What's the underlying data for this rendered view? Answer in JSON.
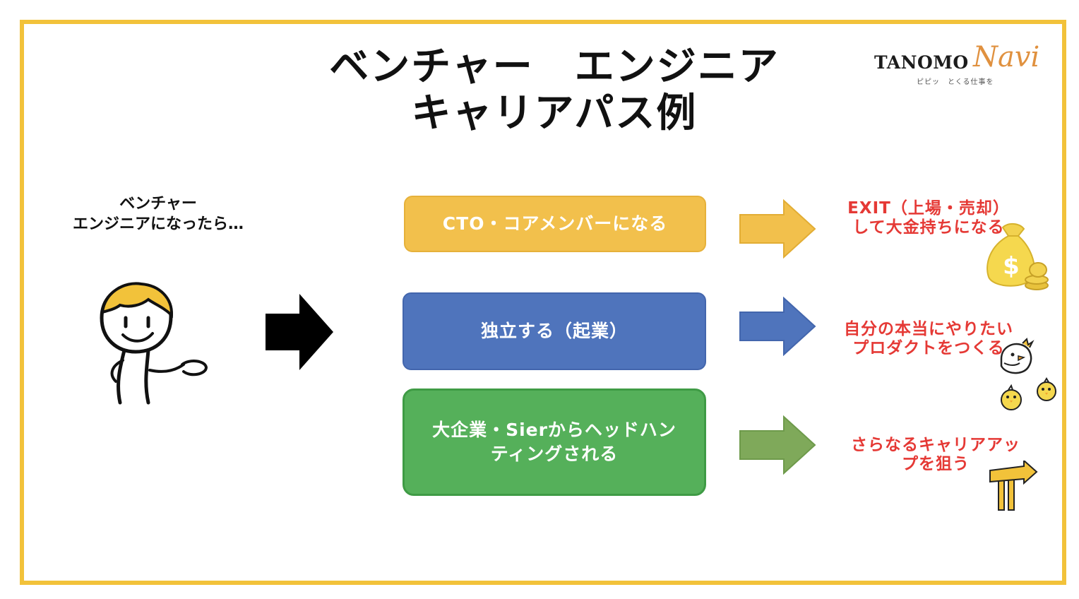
{
  "title": {
    "line1": "ベンチャー　エンジニア",
    "line2": "キャリアパス例"
  },
  "logo": {
    "main": "TANOMO",
    "script": "Navi",
    "tagline": "ピピッ　とくる仕事を"
  },
  "lead": {
    "line1": "ベンチャー",
    "line2": "エンジニアになったら…"
  },
  "paths": [
    {
      "box_lines": [
        "CTO・コアメンバーになる"
      ],
      "box_color": "#f2c04c",
      "outcome_lines": [
        "EXIT（上場・売却）",
        "して大金持ちになる"
      ],
      "icon": "money-bag-icon"
    },
    {
      "box_lines": [
        "独立する（起業）"
      ],
      "box_color": "#4f74bc",
      "outcome_lines": [
        "自分の本当にやりたい",
        "プロダクトをつくる"
      ],
      "icon": "chick-icon"
    },
    {
      "box_lines": [
        "大企業・Sierからヘッドハン",
        "ティングされる"
      ],
      "box_color": "#55b05a",
      "outcome_lines": [
        "さらなるキャリアアッ",
        "プを狙う"
      ],
      "icon": "signpost-icon"
    }
  ],
  "colors": {
    "frame": "#f2c23a",
    "outcome_text": "#e53935",
    "arrow_yellow": "#f2c04c",
    "arrow_blue": "#4f74bc",
    "arrow_green": "#7fa95a"
  }
}
